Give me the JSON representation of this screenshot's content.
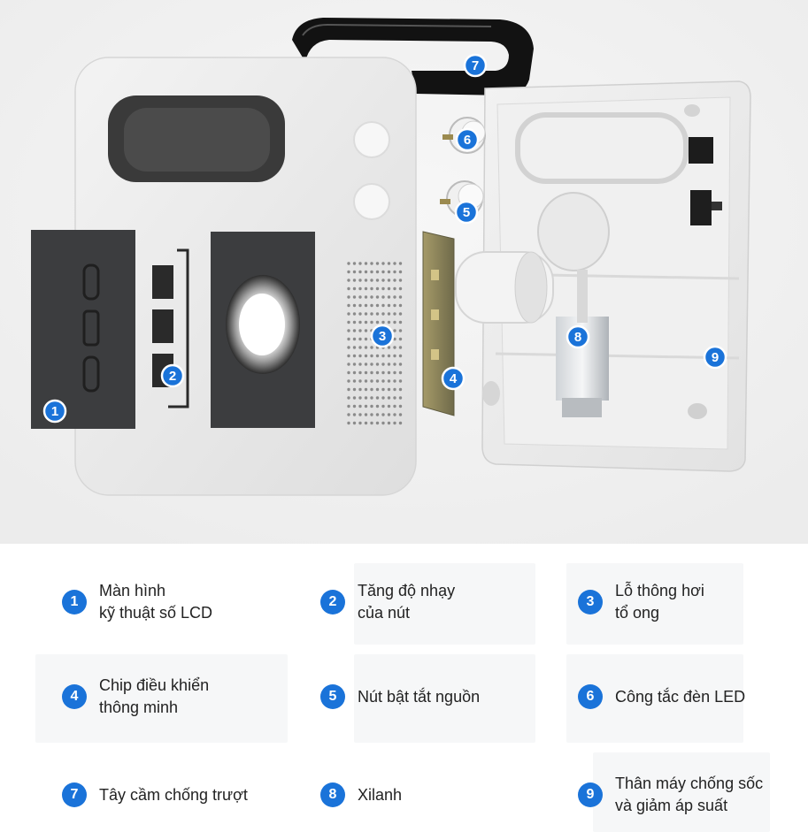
{
  "callouts": [
    "1",
    "2",
    "3",
    "4",
    "5",
    "6",
    "7",
    "8",
    "9"
  ],
  "legend": [
    {
      "num": "1",
      "line1": "Màn hình",
      "line2": "kỹ thuật số LCD"
    },
    {
      "num": "2",
      "line1": "Tăng độ nhạy",
      "line2": "của nút"
    },
    {
      "num": "3",
      "line1": "Lỗ thông hơi",
      "line2": "tổ ong"
    },
    {
      "num": "4",
      "line1": "Chip điều khiển",
      "line2": "thông minh"
    },
    {
      "num": "5",
      "line1": "Nút bật tắt nguồn",
      "line2": ""
    },
    {
      "num": "6",
      "line1": "Công tắc đèn LED",
      "line2": ""
    },
    {
      "num": "7",
      "line1": "Tây cầm chống trượt",
      "line2": ""
    },
    {
      "num": "8",
      "line1": "Xilanh",
      "line2": ""
    },
    {
      "num": "9",
      "line1": "Thân máy chống sốc",
      "line2": "và giảm áp suất"
    }
  ],
  "colors": {
    "badge": "#1a73d9",
    "panel_dark": "#3c3d3f",
    "body_white": "#f4f4f4"
  }
}
